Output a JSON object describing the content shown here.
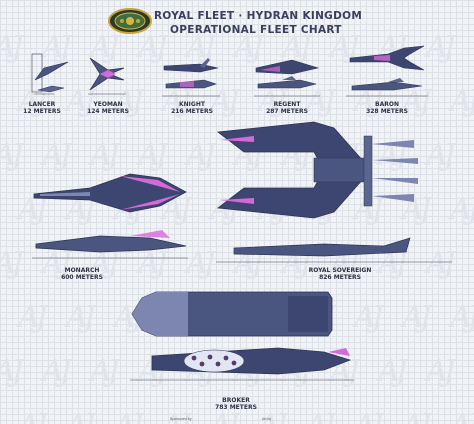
{
  "header": {
    "title_line1": "ROYAL FLEET · HYDRAN KINGDOM",
    "title_line2": "OPERATIONAL FLEET CHART"
  },
  "watermark_glyph": "AJ",
  "colors": {
    "hull_dark": "#2e3452",
    "hull_mid": "#4a5580",
    "hull_light": "#7c86b0",
    "accent_pink": "#d46ad8",
    "accent_blue": "#6aa8e8",
    "title": "#3a3f5c"
  },
  "ships": [
    {
      "name": "LANCER",
      "length": "12 METERS"
    },
    {
      "name": "YEOMAN",
      "length": "124 METERS"
    },
    {
      "name": "KNIGHT",
      "length": "216 METERS"
    },
    {
      "name": "REGENT",
      "length": "287 METERS"
    },
    {
      "name": "BARON",
      "length": "328 METERS"
    },
    {
      "name": "MONARCH",
      "length": "600 METERS"
    },
    {
      "name": "ROYAL SOVEREIGN",
      "length": "826 METERS"
    },
    {
      "name": "BROKER",
      "length": "783 METERS"
    }
  ],
  "footer": {
    "left": "Sponsored by",
    "right": "Art by"
  }
}
